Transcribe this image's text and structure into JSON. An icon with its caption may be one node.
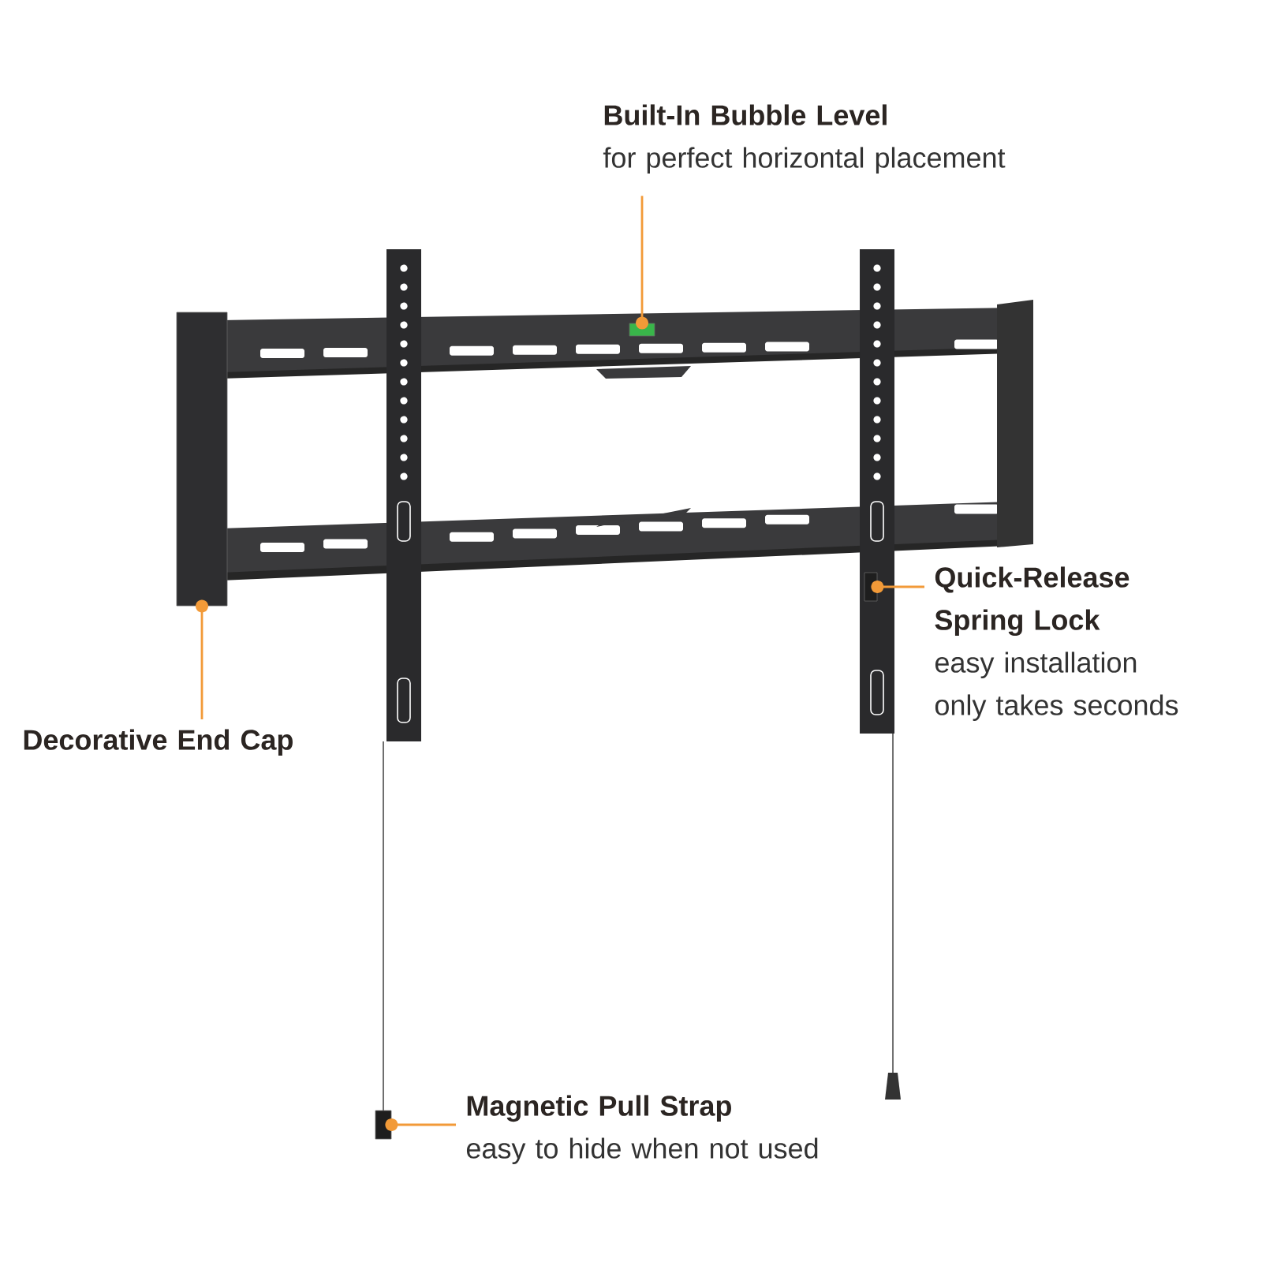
{
  "diagram": {
    "nodes": [
      {
        "text": [
          "Built-In Bubble Level",
          "for perfect horizontal placement"
        ]
      },
      {
        "text": [],
        "shape": "box"
      },
      {
        "text": [],
        "shape": "box"
      },
      {
        "text": [
          "Quick-Release Spring Lock",
          "easy installation only takes seconds"
        ]
      },
      {
        "text": [],
        "shape": "box"
      },
      {
        "text": [
          "Decorative End Cap"
        ]
      },
      {
        "text": [],
        "shape": "box"
      },
      {
        "text": [
          "Magnetic Pull Strap",
          "easy to hide when not used"
        ]
      }
    ],
    "edges": [
      {
        "from": 0,
        "to": 1,
        "arrow": "other"
      },
      {
        "from": 3,
        "to": 4,
        "arrow": "other"
      },
      {
        "from": 5,
        "to": 2,
        "arrow": "other"
      },
      {
        "from": 7,
        "to": 6,
        "arrow": "other"
      }
    ]
  }
}
